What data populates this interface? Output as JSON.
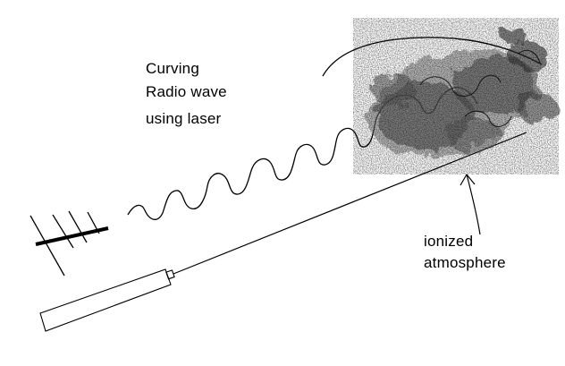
{
  "labels": {
    "line1": "Curving",
    "line2": "Radio wave",
    "line3": "using laser",
    "ionized_line1": "ionized",
    "ionized_line2": "atmosphere"
  },
  "colors": {
    "ink": "#000000",
    "background": "#ffffff"
  }
}
